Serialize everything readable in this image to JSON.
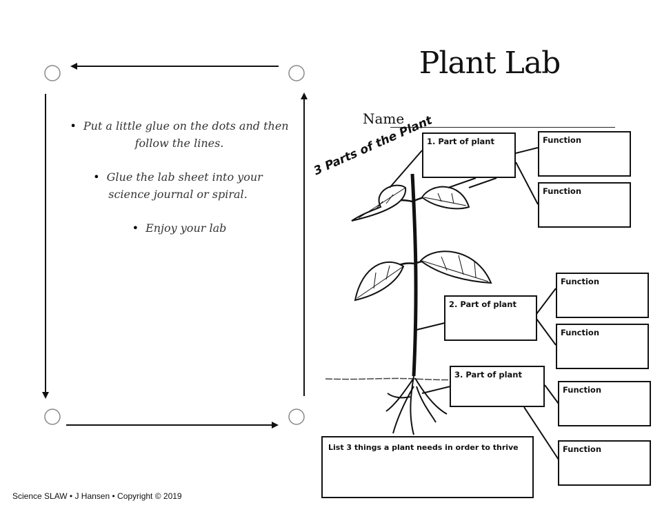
{
  "title": "Plant Lab",
  "name_label": "Name",
  "diagram_label": "3 Parts of the Plant",
  "instructions": [
    "Put a little glue on the dots and then follow the lines.",
    "Glue the lab sheet into your science journal or spiral.",
    "Enjoy your lab"
  ],
  "bullet": "•",
  "boxes": {
    "part1": "1. Part of plant",
    "part2": "2. Part of plant",
    "part3": "3. Part of plant",
    "function": "Function",
    "needs": "List 3 things a plant needs in order to thrive"
  },
  "footer": "Science SLAW • J Hansen • Copyright © 2019"
}
